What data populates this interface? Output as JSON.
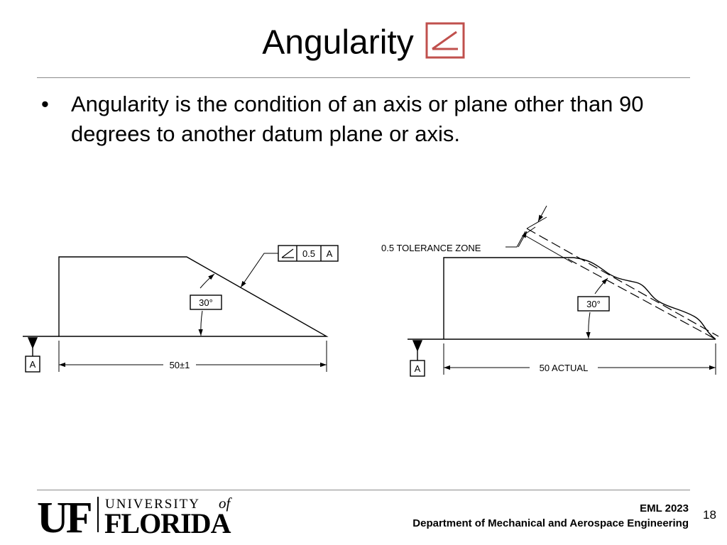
{
  "slide": {
    "title": "Angularity",
    "title_icon": "angularity-symbol-icon",
    "title_icon_color": "#c0504d",
    "bullet": "Angularity is the condition of an axis or plane other than 90 degrees to another datum plane or axis."
  },
  "figure_left": {
    "fcf_tolerance": "0.5",
    "fcf_datum": "A",
    "angle_label": "30°",
    "datum_label": "A",
    "dimension_label": "50±1",
    "fcf_symbol_icon": "angularity-symbol-icon"
  },
  "figure_right": {
    "zone_label": "0.5 TOLERANCE ZONE",
    "angle_label": "30°",
    "datum_label": "A",
    "dimension_label": "50 ACTUAL"
  },
  "footer": {
    "logo_text_uf": "UF",
    "logo_text_university": "UNIVERSITY",
    "logo_text_of": "of",
    "logo_text_florida": "FLORIDA",
    "course": "EML 2023",
    "department": "Department of Mechanical and Aerospace Engineering",
    "page_number": "18"
  }
}
